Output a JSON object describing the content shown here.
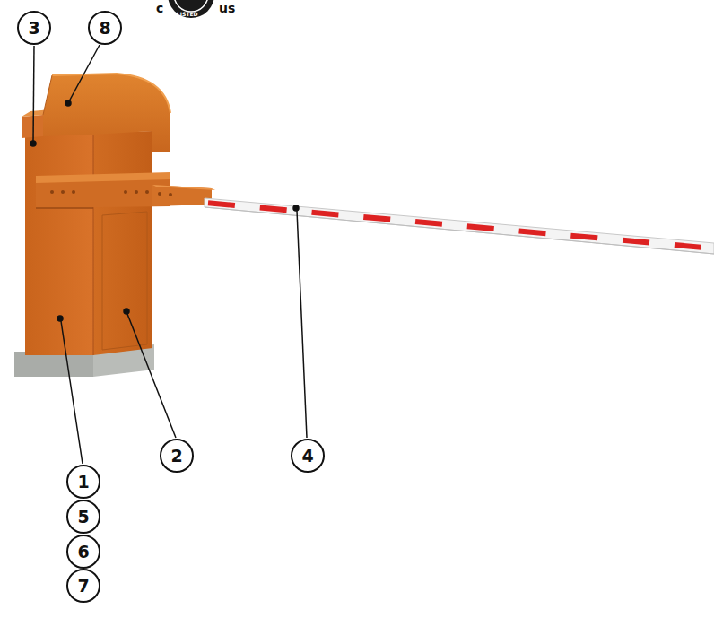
{
  "diagram": {
    "nodes": [
      {
        "text": [
          "3"
        ]
      },
      {
        "text": [
          "8"
        ]
      },
      {
        "text": [
          "1"
        ]
      },
      {
        "text": [
          "2"
        ]
      },
      {
        "text": [
          "4"
        ]
      },
      {
        "text": [
          "5"
        ]
      },
      {
        "text": [
          "6"
        ]
      },
      {
        "text": [
          "7"
        ]
      }
    ],
    "labels": [
      "c",
      "LISTED",
      "us"
    ]
  }
}
